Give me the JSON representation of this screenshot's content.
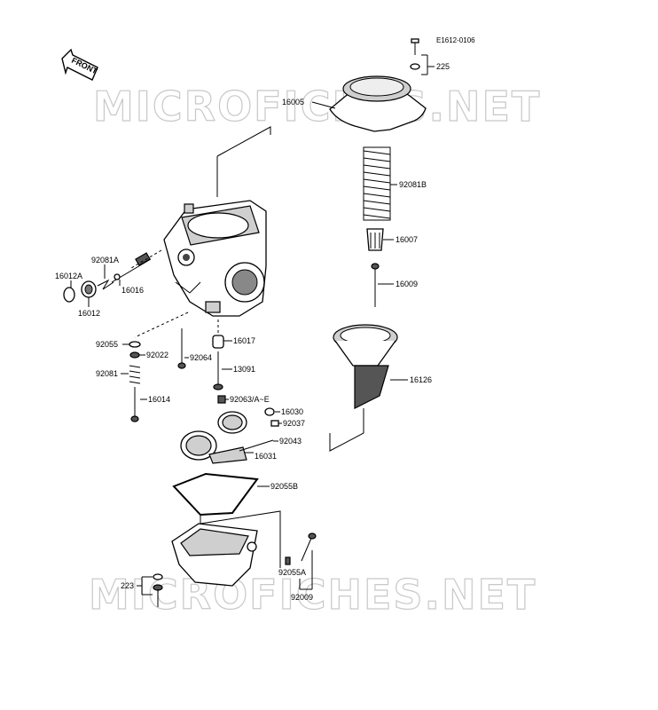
{
  "diagram_code": "E1612-0106",
  "front_label": "FRONT",
  "watermark": "MICROFICHES.NET",
  "parts": {
    "p225": "225",
    "p16005": "16005",
    "p92081B": "92081B",
    "p16007": "16007",
    "p16009": "16009",
    "p16126": "16126",
    "p92081A": "92081A",
    "p16012A": "16012A",
    "p16016": "16016",
    "p16012": "16012",
    "p92055": "92055",
    "p92022": "92022",
    "p92064": "92064",
    "p16017": "16017",
    "p92081": "92081",
    "p13091": "13091",
    "p16014": "16014",
    "p92063": "92063/A~E",
    "p16030": "16030",
    "p92037": "92037",
    "p92043": "92043",
    "p16031": "16031",
    "p92055B": "92055B",
    "p92055A": "92055A",
    "p223": "223",
    "p92009": "92009"
  }
}
